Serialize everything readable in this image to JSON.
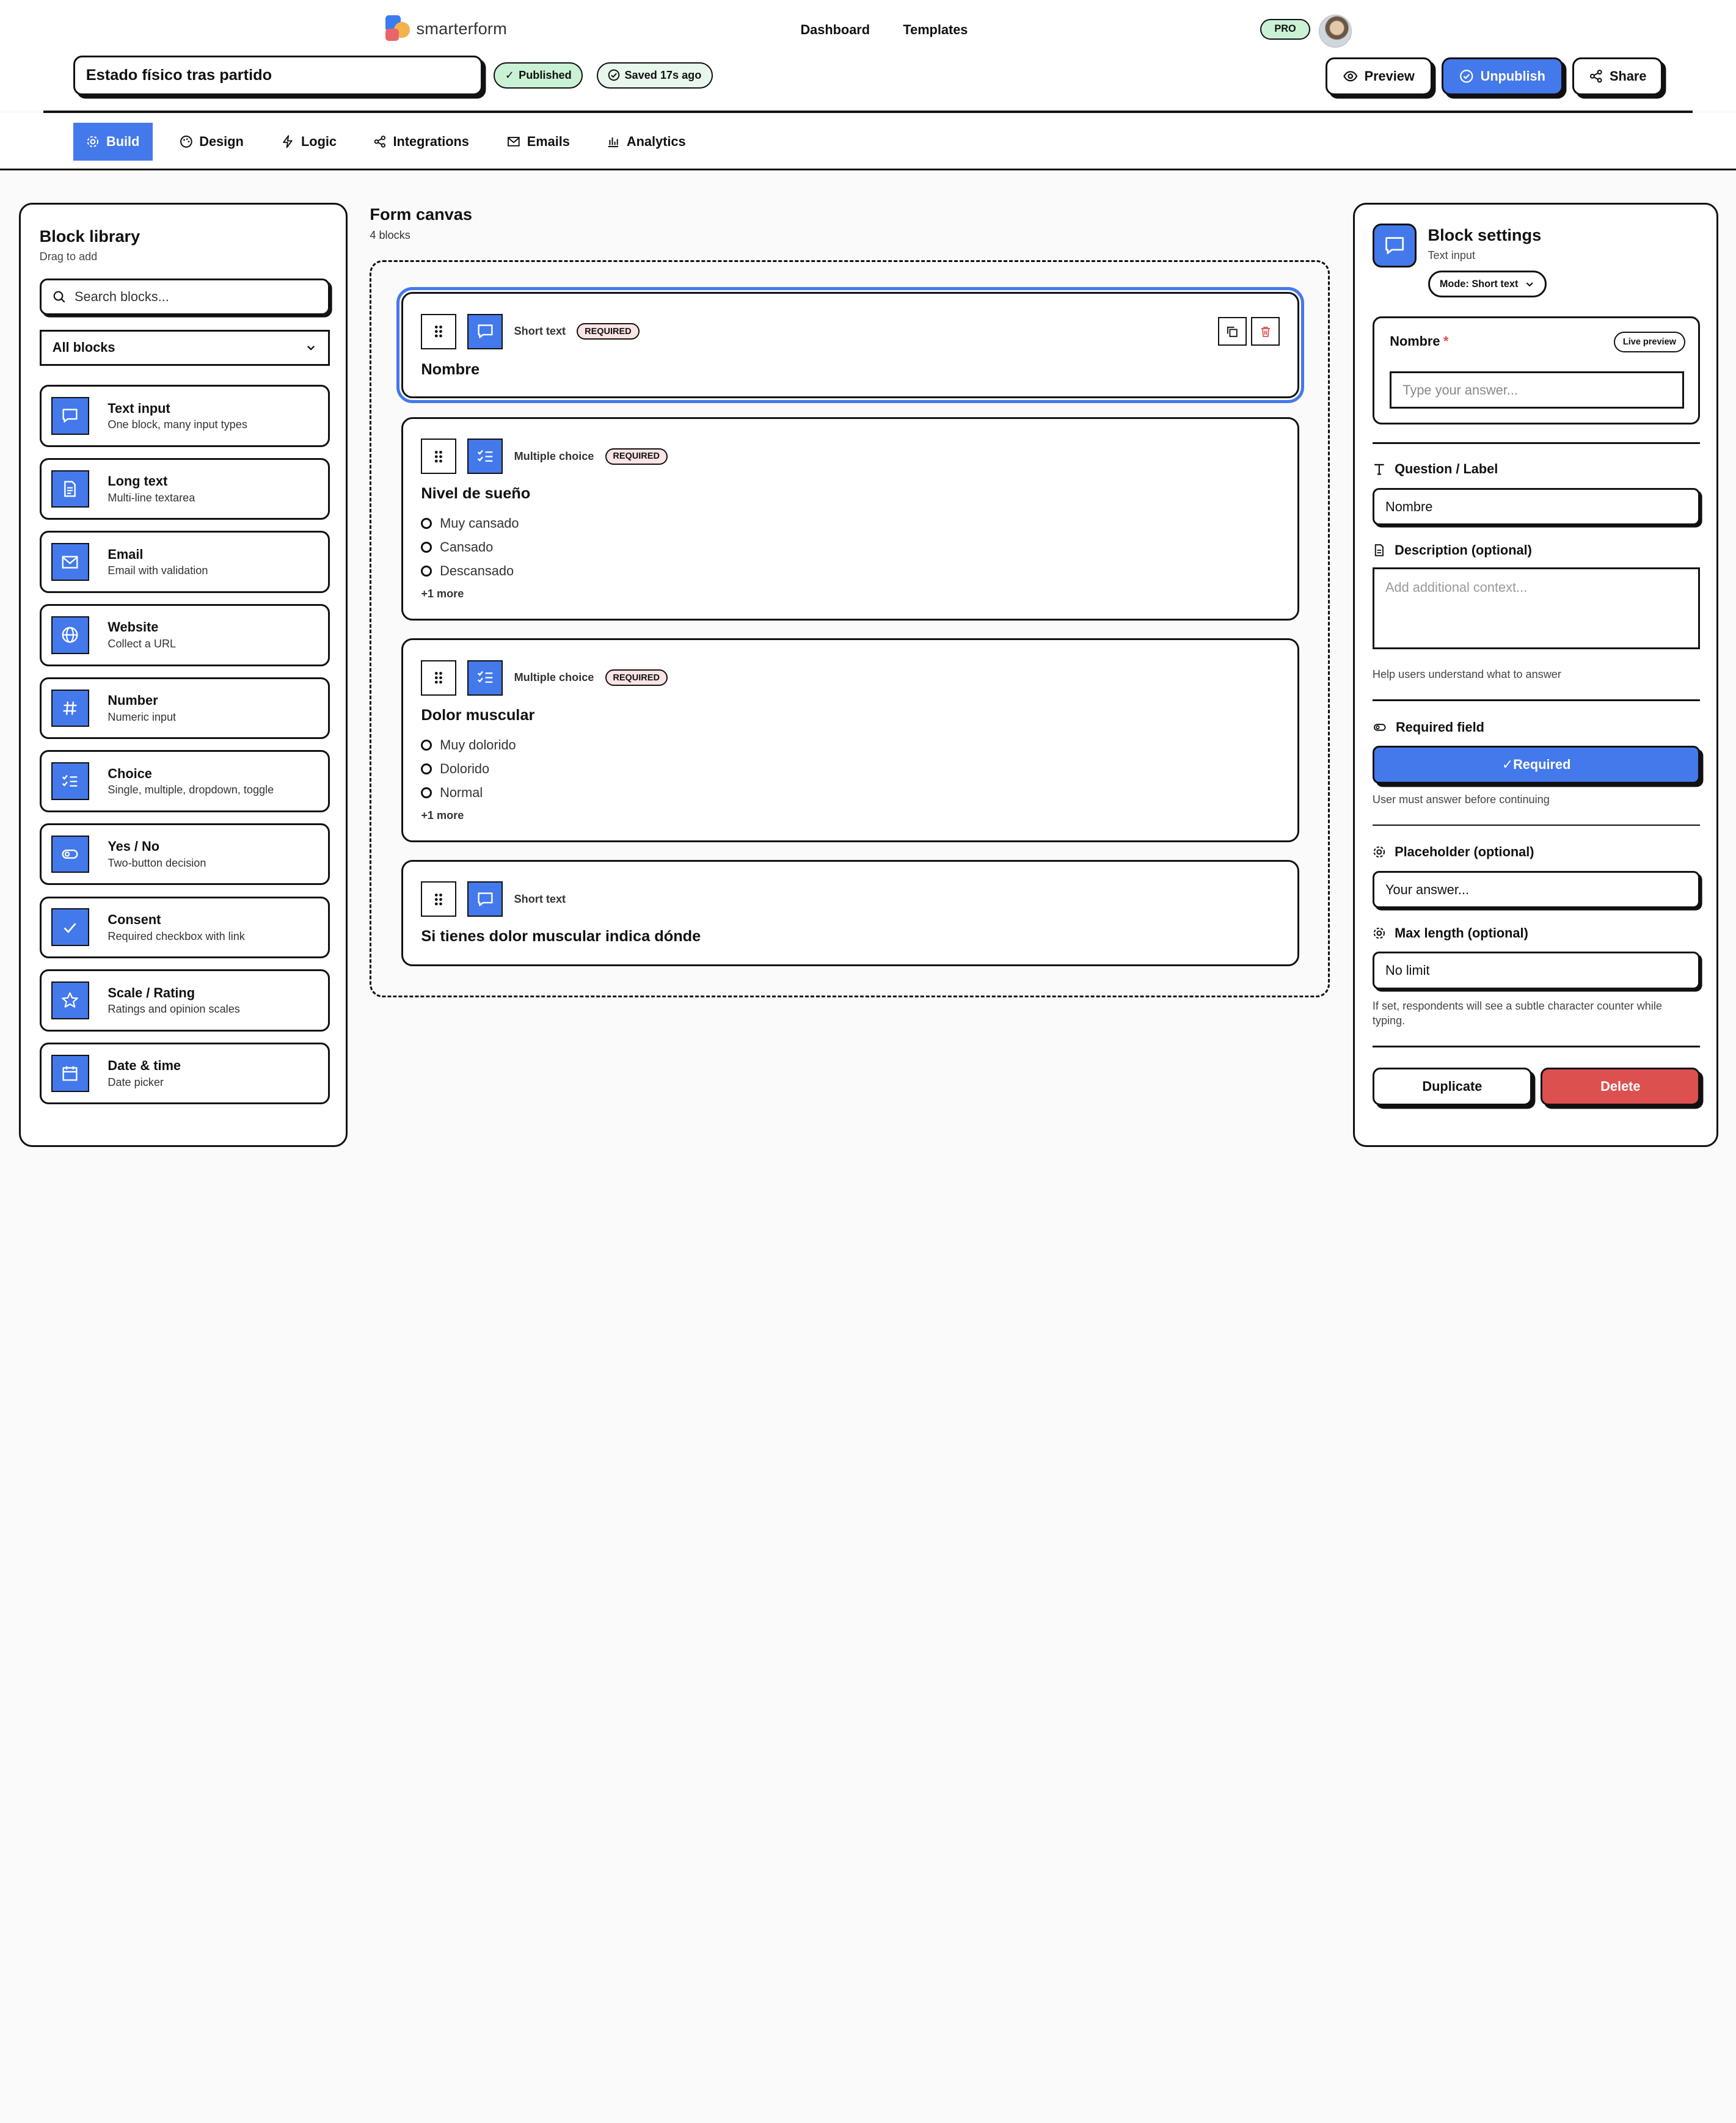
{
  "brand": {
    "name": "smarterform"
  },
  "nav": {
    "dashboard": "Dashboard",
    "templates": "Templates"
  },
  "account": {
    "plan_badge": "PRO"
  },
  "form": {
    "title": "Estado físico tras partido",
    "status": "Published",
    "saved": "Saved 17s ago"
  },
  "actions": {
    "preview": "Preview",
    "unpublish": "Unpublish",
    "share": "Share"
  },
  "tabs": [
    {
      "label": "Build",
      "icon": "gear-icon",
      "active": true
    },
    {
      "label": "Design",
      "icon": "palette-icon"
    },
    {
      "label": "Logic",
      "icon": "bolt-icon"
    },
    {
      "label": "Integrations",
      "icon": "nodes-icon"
    },
    {
      "label": "Emails",
      "icon": "mail-icon"
    },
    {
      "label": "Analytics",
      "icon": "chart-icon"
    }
  ],
  "library": {
    "title": "Block library",
    "subtitle": "Drag to add",
    "search_placeholder": "Search blocks...",
    "filter": "All blocks",
    "blocks": [
      {
        "name": "Text input",
        "desc": "One block, many input types",
        "icon": "chat-icon"
      },
      {
        "name": "Long text",
        "desc": "Multi-line textarea",
        "icon": "document-icon"
      },
      {
        "name": "Email",
        "desc": "Email with validation",
        "icon": "mail-icon"
      },
      {
        "name": "Website",
        "desc": "Collect a URL",
        "icon": "globe-icon"
      },
      {
        "name": "Number",
        "desc": "Numeric input",
        "icon": "hash-icon"
      },
      {
        "name": "Choice",
        "desc": "Single, multiple, dropdown, toggle",
        "icon": "checklist-icon"
      },
      {
        "name": "Yes / No",
        "desc": "Two-button decision",
        "icon": "toggle-icon"
      },
      {
        "name": "Consent",
        "desc": "Required checkbox with link",
        "icon": "check-icon"
      },
      {
        "name": "Scale / Rating",
        "desc": "Ratings and opinion scales",
        "icon": "star-icon"
      },
      {
        "name": "Date & time",
        "desc": "Date picker",
        "icon": "calendar-icon"
      }
    ]
  },
  "canvas": {
    "title": "Form canvas",
    "count": "4 blocks",
    "required_badge": "REQUIRED",
    "cards": [
      {
        "type": "Short text",
        "question": "Nombre",
        "required": true,
        "selected": true
      },
      {
        "type": "Multiple choice",
        "question": "Nivel de sueño",
        "required": true,
        "options": [
          "Muy cansado",
          "Cansado",
          "Descansado"
        ],
        "more": "+1 more"
      },
      {
        "type": "Multiple choice",
        "question": "Dolor muscular",
        "required": true,
        "options": [
          "Muy dolorido",
          "Dolorido",
          "Normal"
        ],
        "more": "+1 more"
      },
      {
        "type": "Short text",
        "question": "Si tienes dolor muscular indica dónde",
        "required": false
      }
    ]
  },
  "settings": {
    "title": "Block settings",
    "subtitle": "Text input",
    "mode": "Mode: Short text",
    "preview_label": "Nombre",
    "required_star": "*",
    "live_preview": "Live preview",
    "preview_placeholder": "Type your answer...",
    "question_label": "Question / Label",
    "question_value": "Nombre",
    "description_label": "Description (optional)",
    "description_placeholder": "Add additional context...",
    "description_hint": "Help users understand what to answer",
    "required_label": "Required field",
    "required_button": "✓Required",
    "required_hint": "User must answer before continuing",
    "placeholder_label": "Placeholder (optional)",
    "placeholder_value": "Your answer...",
    "maxlength_label": "Max length (optional)",
    "maxlength_value": "No limit",
    "maxlength_hint": "If set, respondents will see a subtle character counter while typing.",
    "duplicate": "Duplicate",
    "delete": "Delete"
  },
  "colors": {
    "accent": "#4479ec",
    "danger": "#dc5050",
    "success_bg": "#c9f2d4"
  }
}
